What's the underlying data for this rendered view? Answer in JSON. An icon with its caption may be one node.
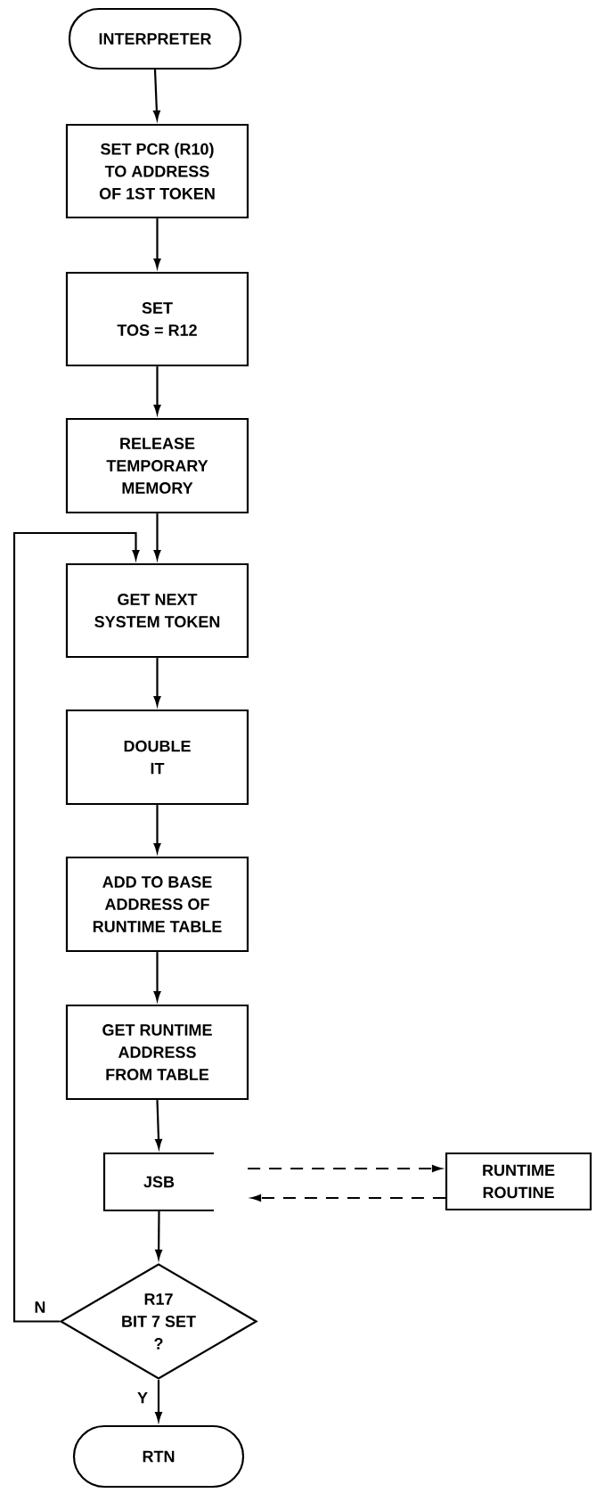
{
  "diagram": {
    "nodes": [
      {
        "text": [
          "INTERPRETER"
        ]
      },
      {
        "text": [
          "SET PCR (R10) TO ADDRESS OF 1ST TOKEN"
        ]
      },
      {
        "text": [
          "SET TOS = R12"
        ]
      },
      {
        "text": [
          "RELEASE TEMPORARY MEMORY"
        ]
      },
      {
        "text": [
          "GET NEXT SYSTEM TOKEN"
        ]
      },
      {
        "text": [
          "DOUBLE IT"
        ]
      },
      {
        "text": [
          "ADD TO BASE ADDRESS OF RUNTIME TABLE"
        ]
      },
      {
        "text": [
          "GET RUNTIME ADDRESS FROM TABLE"
        ]
      },
      {
        "text": [
          "JSB"
        ]
      },
      {
        "text": [
          "RUNTIME ROUTINE"
        ]
      },
      {
        "text": [
          "R17 BIT 7 SET ?"
        ]
      },
      {
        "text": [
          "RTN"
        ]
      }
    ],
    "edges": [
      {
        "from": 0,
        "to": 1,
        "arrow": "to"
      },
      {
        "from": 1,
        "to": 2,
        "arrow": "to"
      },
      {
        "from": 2,
        "to": 3,
        "arrow": "to"
      },
      {
        "from": 3,
        "to": 4,
        "arrow": "to"
      },
      {
        "from": 4,
        "to": 5,
        "arrow": "to"
      },
      {
        "from": 5,
        "to": 6,
        "arrow": "to"
      },
      {
        "from": 6,
        "to": 7,
        "arrow": "to"
      },
      {
        "from": 7,
        "to": 8,
        "arrow": "to"
      },
      {
        "from": 8,
        "to": 9,
        "arrow": "to",
        "style": "dashed"
      },
      {
        "from": 9,
        "to": 8,
        "arrow": "to",
        "style": "dashed"
      },
      {
        "from": 8,
        "to": 10,
        "arrow": "to"
      },
      {
        "from": 10,
        "to": 4,
        "arrow": "to",
        "label": "N"
      },
      {
        "from": 10,
        "to": 11,
        "arrow": "to",
        "label": "Y"
      }
    ]
  }
}
